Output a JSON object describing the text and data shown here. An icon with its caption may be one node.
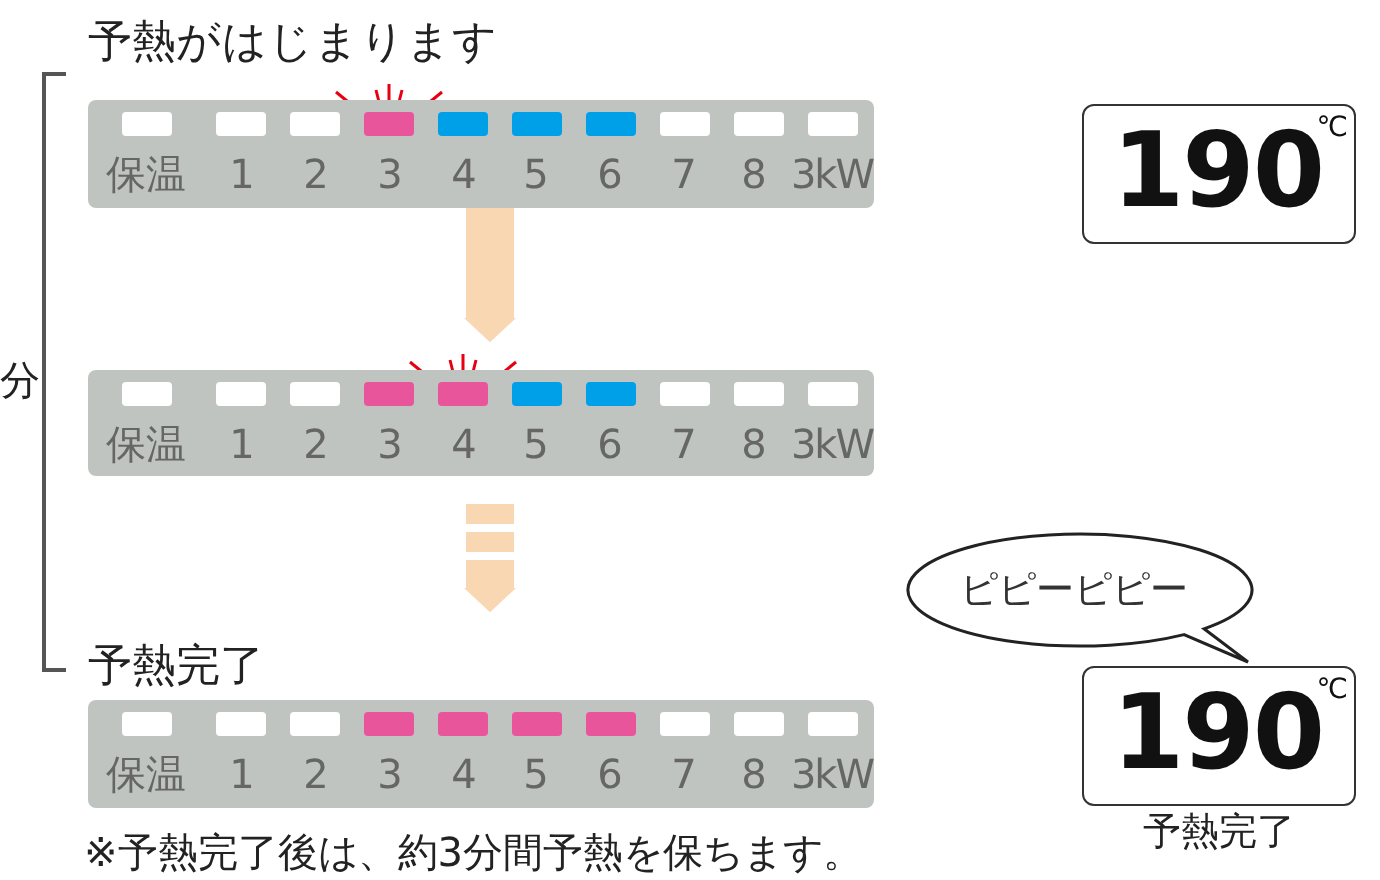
{
  "diagram": {
    "nodes": [
      {
        "text": [
          "予熱がはじまります",
          "保温",
          "1",
          "2",
          "3",
          "4",
          "5",
          "6",
          "7",
          "8",
          "3kW"
        ]
      },
      {
        "text": [
          "保温",
          "1",
          "2",
          "3",
          "4",
          "5",
          "6",
          "7",
          "8",
          "3kW"
        ]
      },
      {
        "text": [
          "予熱完了",
          "保温",
          "1",
          "2",
          "3",
          "4",
          "5",
          "6",
          "7",
          "8",
          "3kW"
        ],
        "beside": [
          "※予熱完了後は、約3分間予熱を保ちます。"
        ]
      },
      {
        "text": [
          "190",
          "℃"
        ]
      },
      {
        "text": [
          "ピピーピピー"
        ]
      },
      {
        "text": [
          "190",
          "℃"
        ],
        "beside": [
          "予熱完了"
        ]
      }
    ],
    "edges": [
      {
        "from": 0,
        "to": 1,
        "arrow": "to"
      },
      {
        "from": 1,
        "to": 2,
        "arrow": "to",
        "style": "dashed"
      }
    ],
    "labels": [
      "分"
    ]
  }
}
